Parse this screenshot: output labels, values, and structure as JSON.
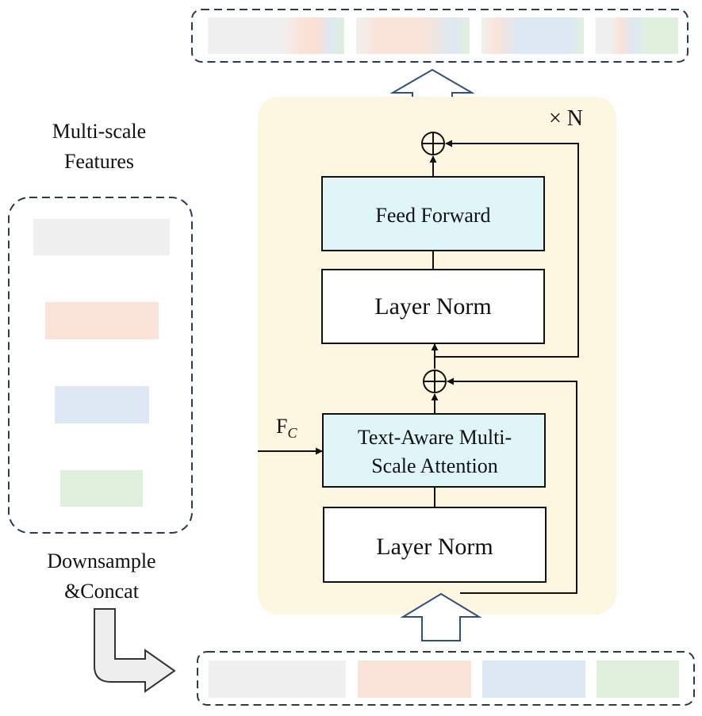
{
  "left_panel": {
    "title_line1": "Multi-scale",
    "title_line2": "Features",
    "caption_line1": "Downsample",
    "caption_line2": "&Concat"
  },
  "block": {
    "repeat_label": "× N",
    "feed_forward": "Feed Forward",
    "layer_norm_top": "Layer Norm",
    "attention_line1": "Text-Aware Multi-",
    "attention_line2": "Scale Attention",
    "layer_norm_bottom": "Layer Norm"
  },
  "input": {
    "fc_main": "F",
    "fc_sub": "C"
  },
  "colors": {
    "block_bg": "#fdf6e0",
    "module_fill": "#dff5f7",
    "gray": "#f0f0f0",
    "orange": "#fae3d8",
    "blue": "#dde8f4",
    "green": "#e1efdd",
    "arrow_outline": "#2f4f7f",
    "dash": "#2a3a55"
  }
}
